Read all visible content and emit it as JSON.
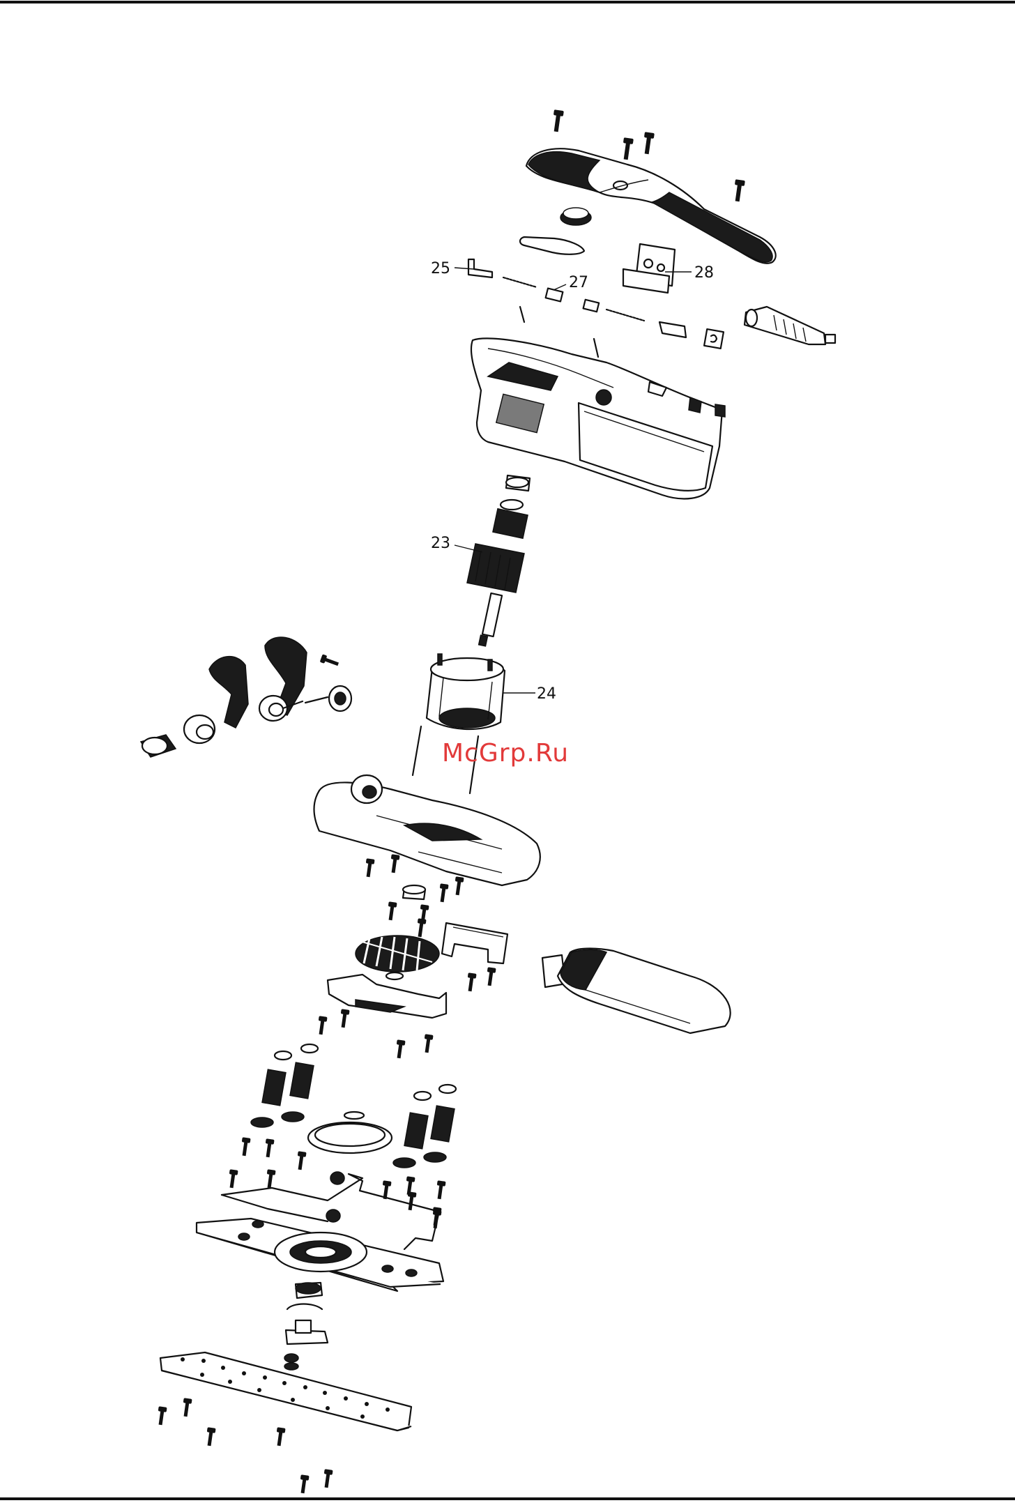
{
  "callouts": {
    "c23": "23",
    "c24": "24",
    "c25": "25",
    "c27": "27",
    "c28": "28"
  },
  "watermark": "McGrp.Ru",
  "colors": {
    "line": "#111111",
    "background": "#ffffff",
    "watermark": "#e23a3a"
  }
}
